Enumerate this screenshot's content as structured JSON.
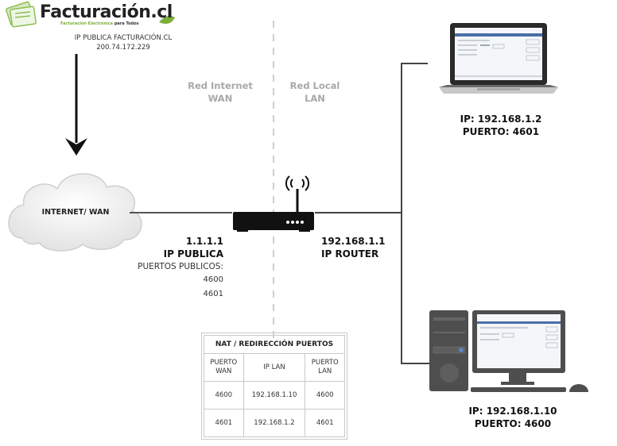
{
  "logo": {
    "brand": "Facturación.cl",
    "tagline_main": "Facturación Electrónica",
    "tagline_bold": "para Todos",
    "accent_color": "#7cae3c"
  },
  "server": {
    "label": "IP PUBLICA FACTURACIÓN.CL",
    "ip": "200.74.172.229"
  },
  "zones": {
    "wan_line1": "Red Internet",
    "wan_line2": "WAN",
    "lan_line1": "Red Local",
    "lan_line2": "LAN"
  },
  "cloud": {
    "label": "INTERNET/ WAN"
  },
  "public": {
    "ip": "1.1.1.1",
    "ip_label": "IP PUBLICA",
    "ports_label": "PUERTOS PUBLICOS:",
    "ports": [
      "4600",
      "4601"
    ]
  },
  "router": {
    "ip": "192.168.1.1",
    "label": "IP ROUTER"
  },
  "devices": {
    "laptop": {
      "ip_line": "IP:  192.168.1.2",
      "port_line": "PUERTO: 4601"
    },
    "desktop": {
      "ip_line": "IP:  192.168.1.10",
      "port_line": "PUERTO: 4600"
    }
  },
  "nat_table": {
    "title": "NAT / REDIRECCIÓN PUERTOS",
    "headers": [
      [
        "PUERTO",
        "WAN"
      ],
      [
        "IP LAN"
      ],
      [
        "PUERTO",
        "LAN"
      ]
    ],
    "rows": [
      [
        "4600",
        "192.168.1.10",
        "4600"
      ],
      [
        "4601",
        "192.168.1.2",
        "4601"
      ]
    ]
  }
}
